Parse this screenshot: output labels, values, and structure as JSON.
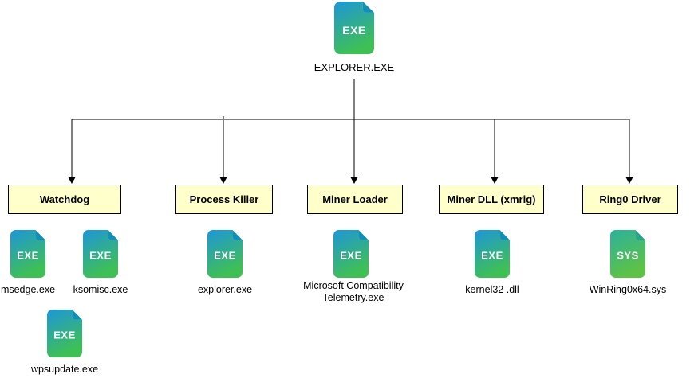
{
  "diagram": {
    "root": {
      "icon_text": "EXE",
      "label": "EXPLORER.EXE"
    },
    "branches": [
      {
        "box_label": "Watchdog",
        "children": [
          {
            "icon_text": "EXE",
            "label": "msedge.exe"
          },
          {
            "icon_text": "EXE",
            "label": "ksomisc.exe"
          },
          {
            "icon_text": "EXE",
            "label": "wpsupdate.exe"
          }
        ]
      },
      {
        "box_label": "Process Killer",
        "children": [
          {
            "icon_text": "EXE",
            "label": "explorer.exe"
          }
        ]
      },
      {
        "box_label": "Miner Loader",
        "children": [
          {
            "icon_text": "EXE",
            "label": "Microsoft Compatibility Telemetry.exe"
          }
        ]
      },
      {
        "box_label": "Miner DLL (xmrig)",
        "children": [
          {
            "icon_text": "EXE",
            "label": "kernel32 .dll"
          }
        ]
      },
      {
        "box_label": "Ring0 Driver",
        "children": [
          {
            "icon_text": "SYS",
            "label": "WinRing0x64.sys"
          }
        ]
      }
    ],
    "colors": {
      "box_fill": "#ffffcc",
      "box_border": "#000000",
      "connector": "#000000",
      "connector_gray": "#808080",
      "exe_gradient_top": "#1e96d8",
      "exe_gradient_bottom": "#3fc054",
      "exe_fold": "#128fb5",
      "sys_gradient_top": "#2cb29b",
      "sys_gradient_bottom": "#5ec245",
      "sys_fold": "#26a58b",
      "icon_text_color": "#ffffff"
    }
  }
}
